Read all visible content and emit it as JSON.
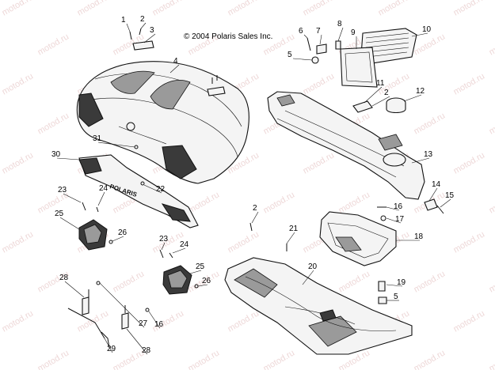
{
  "copyright": "© 2004 Polaris Sales Inc.",
  "watermark": "motod.ru",
  "brand_text": "POLARIS",
  "colors": {
    "line": "#111111",
    "watermark": "#d9a7a7",
    "fill_light": "#f4f4f4",
    "fill_dark": "#3a3a3a"
  },
  "callouts": [
    {
      "id": "c1",
      "label": "1"
    },
    {
      "id": "c2a",
      "label": "2"
    },
    {
      "id": "c3",
      "label": "3"
    },
    {
      "id": "c4",
      "label": "4"
    },
    {
      "id": "c5a",
      "label": "5"
    },
    {
      "id": "c6",
      "label": "6"
    },
    {
      "id": "c7",
      "label": "7"
    },
    {
      "id": "c8",
      "label": "8"
    },
    {
      "id": "c9",
      "label": "9"
    },
    {
      "id": "c10",
      "label": "10"
    },
    {
      "id": "c11",
      "label": "11"
    },
    {
      "id": "c2b",
      "label": "2"
    },
    {
      "id": "c12",
      "label": "12"
    },
    {
      "id": "c13",
      "label": "13"
    },
    {
      "id": "c14",
      "label": "14"
    },
    {
      "id": "c15",
      "label": "15"
    },
    {
      "id": "c16a",
      "label": "16"
    },
    {
      "id": "c17",
      "label": "17"
    },
    {
      "id": "c18",
      "label": "18"
    },
    {
      "id": "c31",
      "label": "31"
    },
    {
      "id": "c30",
      "label": "30"
    },
    {
      "id": "c22",
      "label": "22"
    },
    {
      "id": "c23a",
      "label": "23"
    },
    {
      "id": "c24a",
      "label": "24"
    },
    {
      "id": "c25a",
      "label": "25"
    },
    {
      "id": "c26a",
      "label": "26"
    },
    {
      "id": "c23b",
      "label": "23"
    },
    {
      "id": "c24b",
      "label": "24"
    },
    {
      "id": "c25b",
      "label": "25"
    },
    {
      "id": "c26b",
      "label": "26"
    },
    {
      "id": "c2c",
      "label": "2"
    },
    {
      "id": "c21",
      "label": "21"
    },
    {
      "id": "c20",
      "label": "20"
    },
    {
      "id": "c19",
      "label": "19"
    },
    {
      "id": "c5b",
      "label": "5"
    },
    {
      "id": "c28a",
      "label": "28"
    },
    {
      "id": "c27",
      "label": "27"
    },
    {
      "id": "c16b",
      "label": "16"
    },
    {
      "id": "c29",
      "label": "29"
    },
    {
      "id": "c28b",
      "label": "28"
    }
  ]
}
